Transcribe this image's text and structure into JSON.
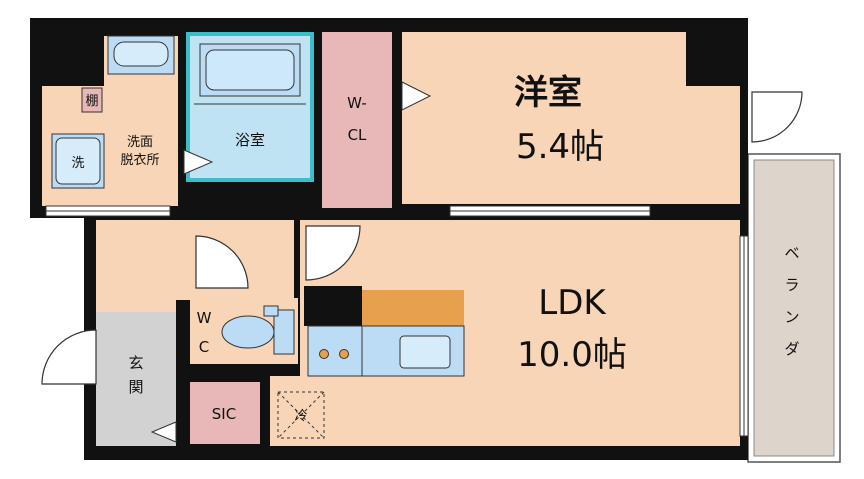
{
  "rooms": {
    "western": {
      "name": "洋室",
      "size": "5.4帖"
    },
    "ldk": {
      "name": "LDK",
      "size": "10.0帖"
    },
    "closet": {
      "line1": "W-",
      "line2": "CL"
    },
    "bath": {
      "name": "浴室"
    },
    "washroom": {
      "line1": "洗面",
      "line2": "脱衣所"
    },
    "washer": {
      "name": "洗"
    },
    "shelf": {
      "name": "棚"
    },
    "wc": {
      "line1": "W",
      "line2": "C"
    },
    "entrance": {
      "line1": "玄",
      "line2": "関"
    },
    "sic": {
      "name": "SIC"
    },
    "fridge": {
      "name": "冷"
    },
    "balcony": {
      "chars": [
        "ベ",
        "ラ",
        "ン",
        "ダ"
      ]
    }
  },
  "colors": {
    "room_fill": "#f7d5b6",
    "wall": "#111111",
    "closet_fill": "#e8b8b8",
    "bath_fill": "#bfe3f3",
    "bath_border": "#3cbec8",
    "fixture_fill": "#bcdcf6",
    "counter_fill": "#e6a04e",
    "entrance_fill": "#d2d2d2",
    "balcony_fill": "#ddd4cb"
  }
}
